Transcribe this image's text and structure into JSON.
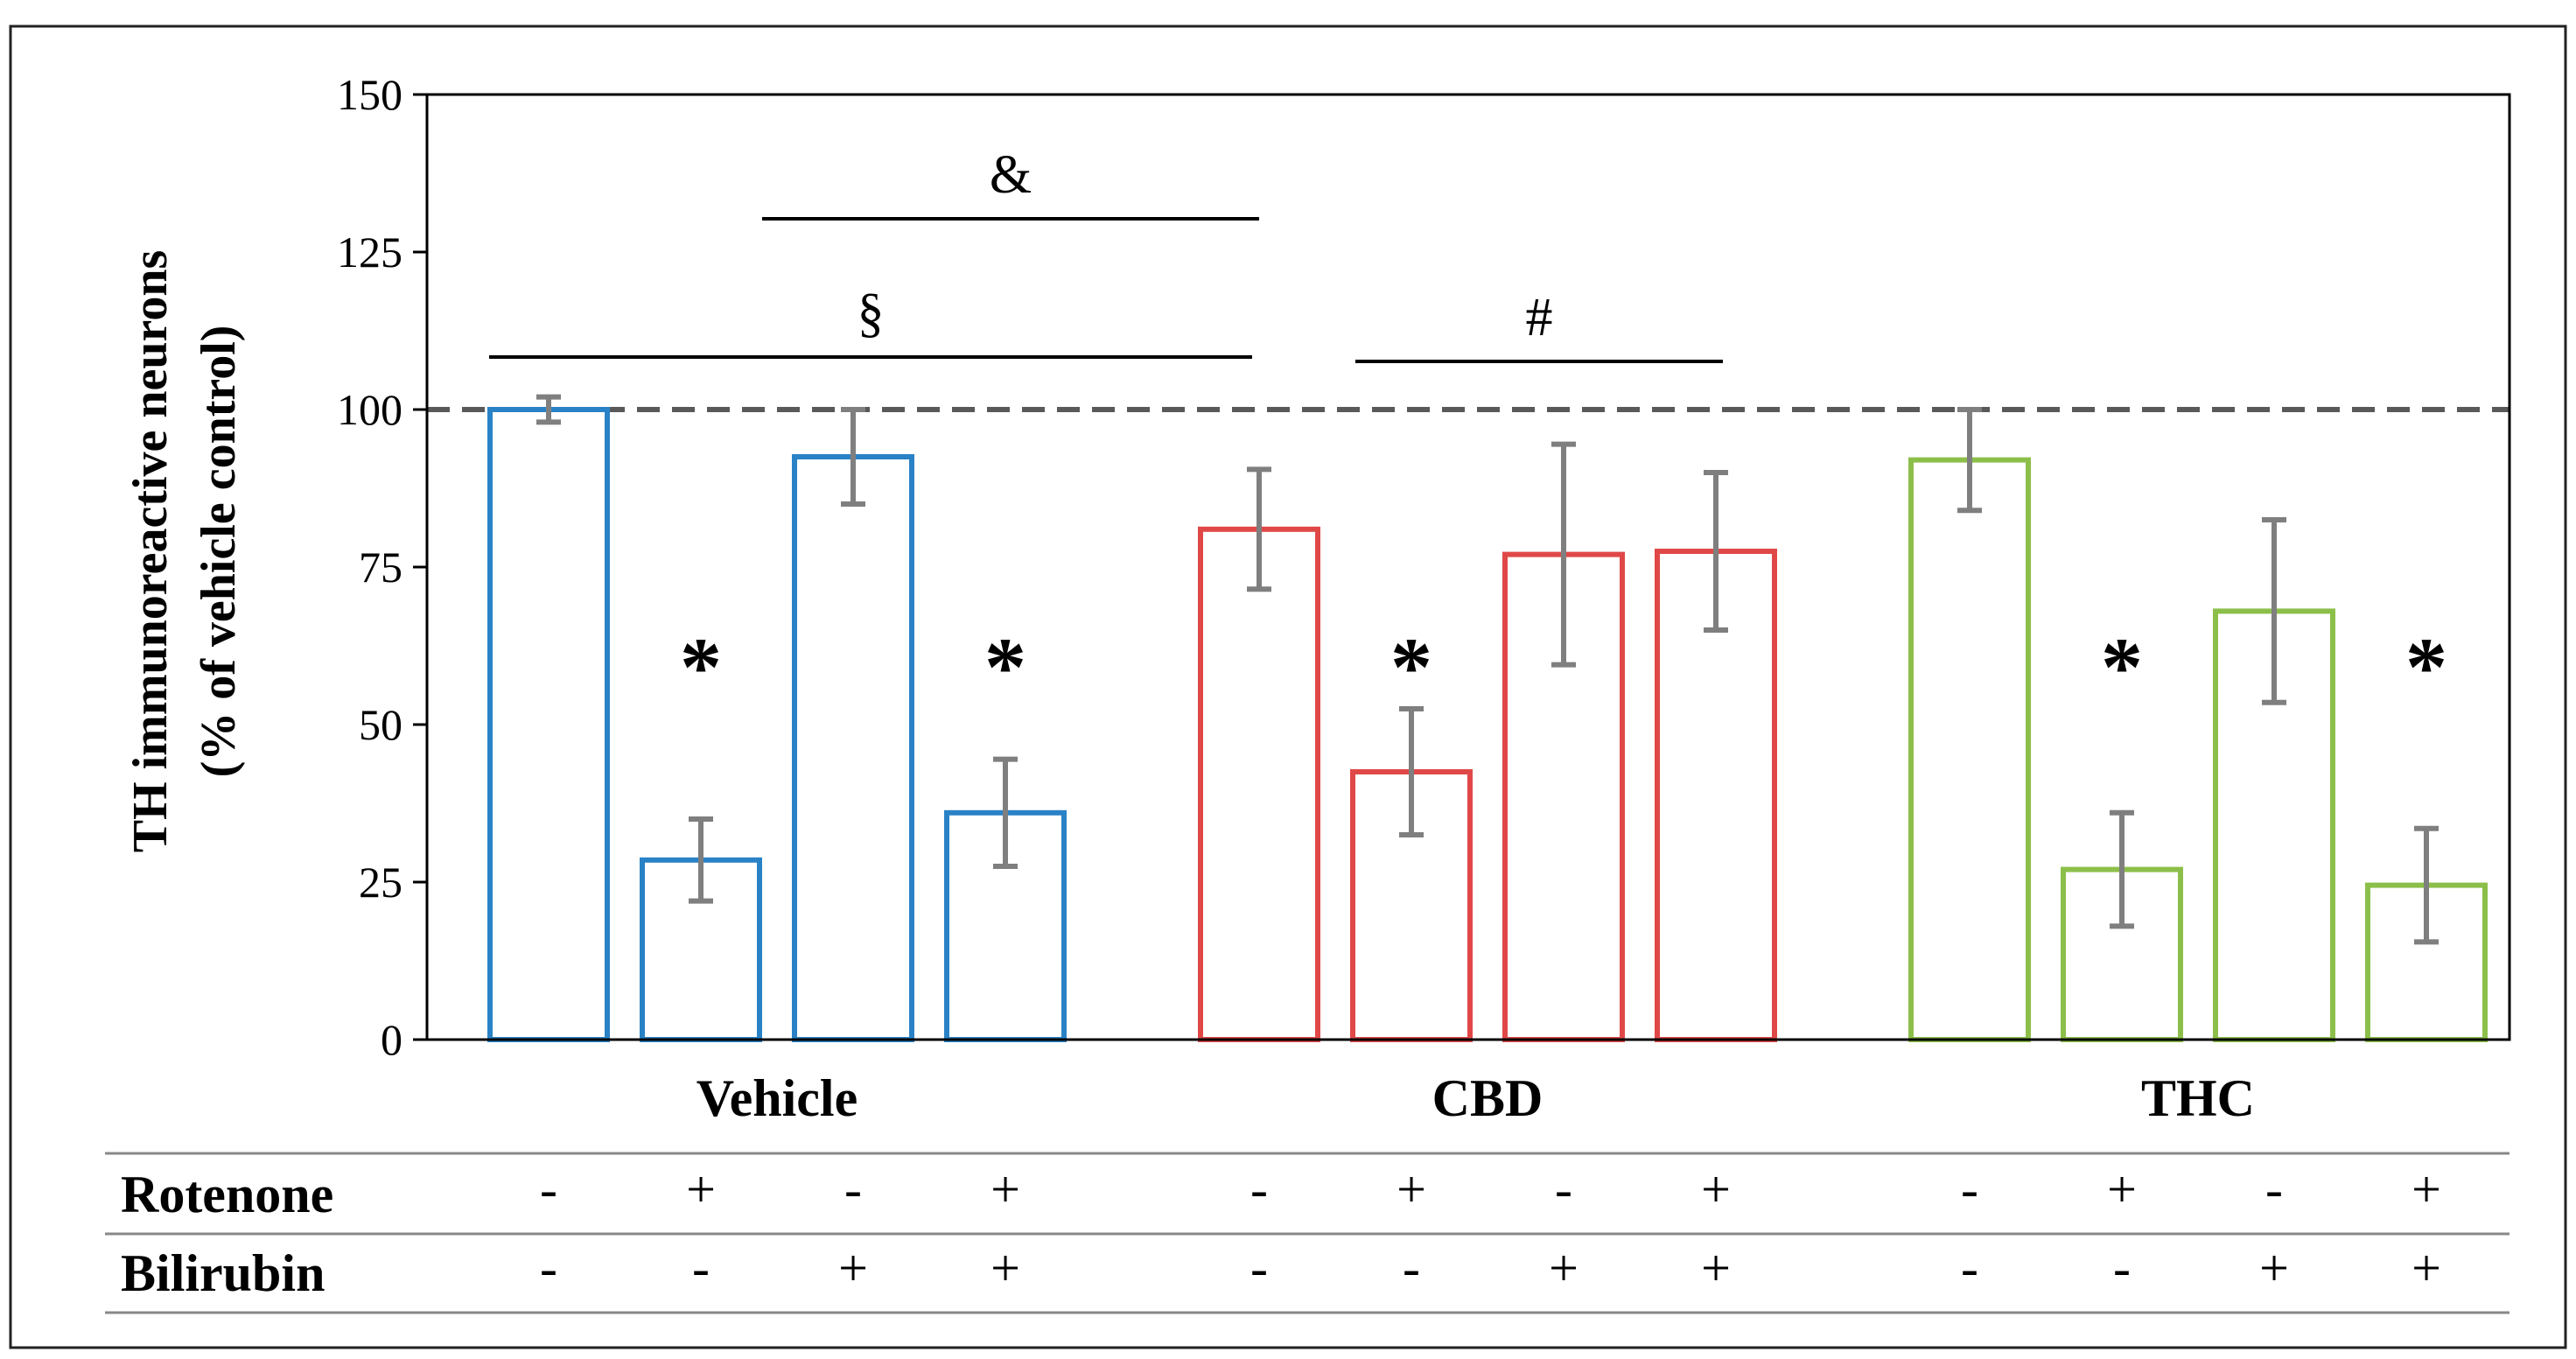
{
  "chart_data": {
    "type": "bar",
    "ylabel_line1": "TH immunoreactive neurons",
    "ylabel_line2": "(% of vehicle control)",
    "ylim": [
      0,
      150
    ],
    "yticks": [
      "0",
      "25",
      "50",
      "75",
      "100",
      "125",
      "150"
    ],
    "reference_line": 100,
    "groups": [
      {
        "name": "Vehicle",
        "color": "#2a82c6",
        "values": [
          100,
          28.5,
          92.5,
          36
        ],
        "errors": [
          2,
          6.5,
          7.5,
          8.5
        ],
        "significance": [
          "",
          "*",
          "",
          "*"
        ]
      },
      {
        "name": "CBD",
        "color": "#e04848",
        "values": [
          81,
          42.5,
          77,
          77.5
        ],
        "errors": [
          9.5,
          10,
          17.5,
          12.5
        ],
        "significance": [
          "",
          "*",
          "",
          ""
        ]
      },
      {
        "name": "THC",
        "color": "#8cbf4a",
        "values": [
          92,
          27,
          68,
          24.5
        ],
        "errors": [
          8,
          9,
          14.5,
          9
        ],
        "significance": [
          "",
          "*",
          "",
          "*"
        ]
      }
    ],
    "annotations": [
      {
        "symbol": "&",
        "from_bar": 2,
        "to_bar": 5
      },
      {
        "symbol": "§",
        "from_bar": 1,
        "to_bar": 5
      },
      {
        "symbol": "#",
        "from_bar": 6,
        "to_bar": 8
      }
    ],
    "treatment_rows": [
      {
        "label": "Rotenone",
        "signs": [
          "-",
          "+",
          "-",
          "+",
          "-",
          "+",
          "-",
          "+",
          "-",
          "+",
          "-",
          "+"
        ]
      },
      {
        "label": "Bilirubin",
        "signs": [
          "-",
          "-",
          "+",
          "+",
          "-",
          "-",
          "+",
          "+",
          "-",
          "-",
          "+",
          "+"
        ]
      }
    ],
    "grid": false,
    "legend": "none"
  },
  "colors": {
    "error_bar": "#7f7f7f",
    "reference_line": "#595959",
    "frame": "#000000"
  }
}
